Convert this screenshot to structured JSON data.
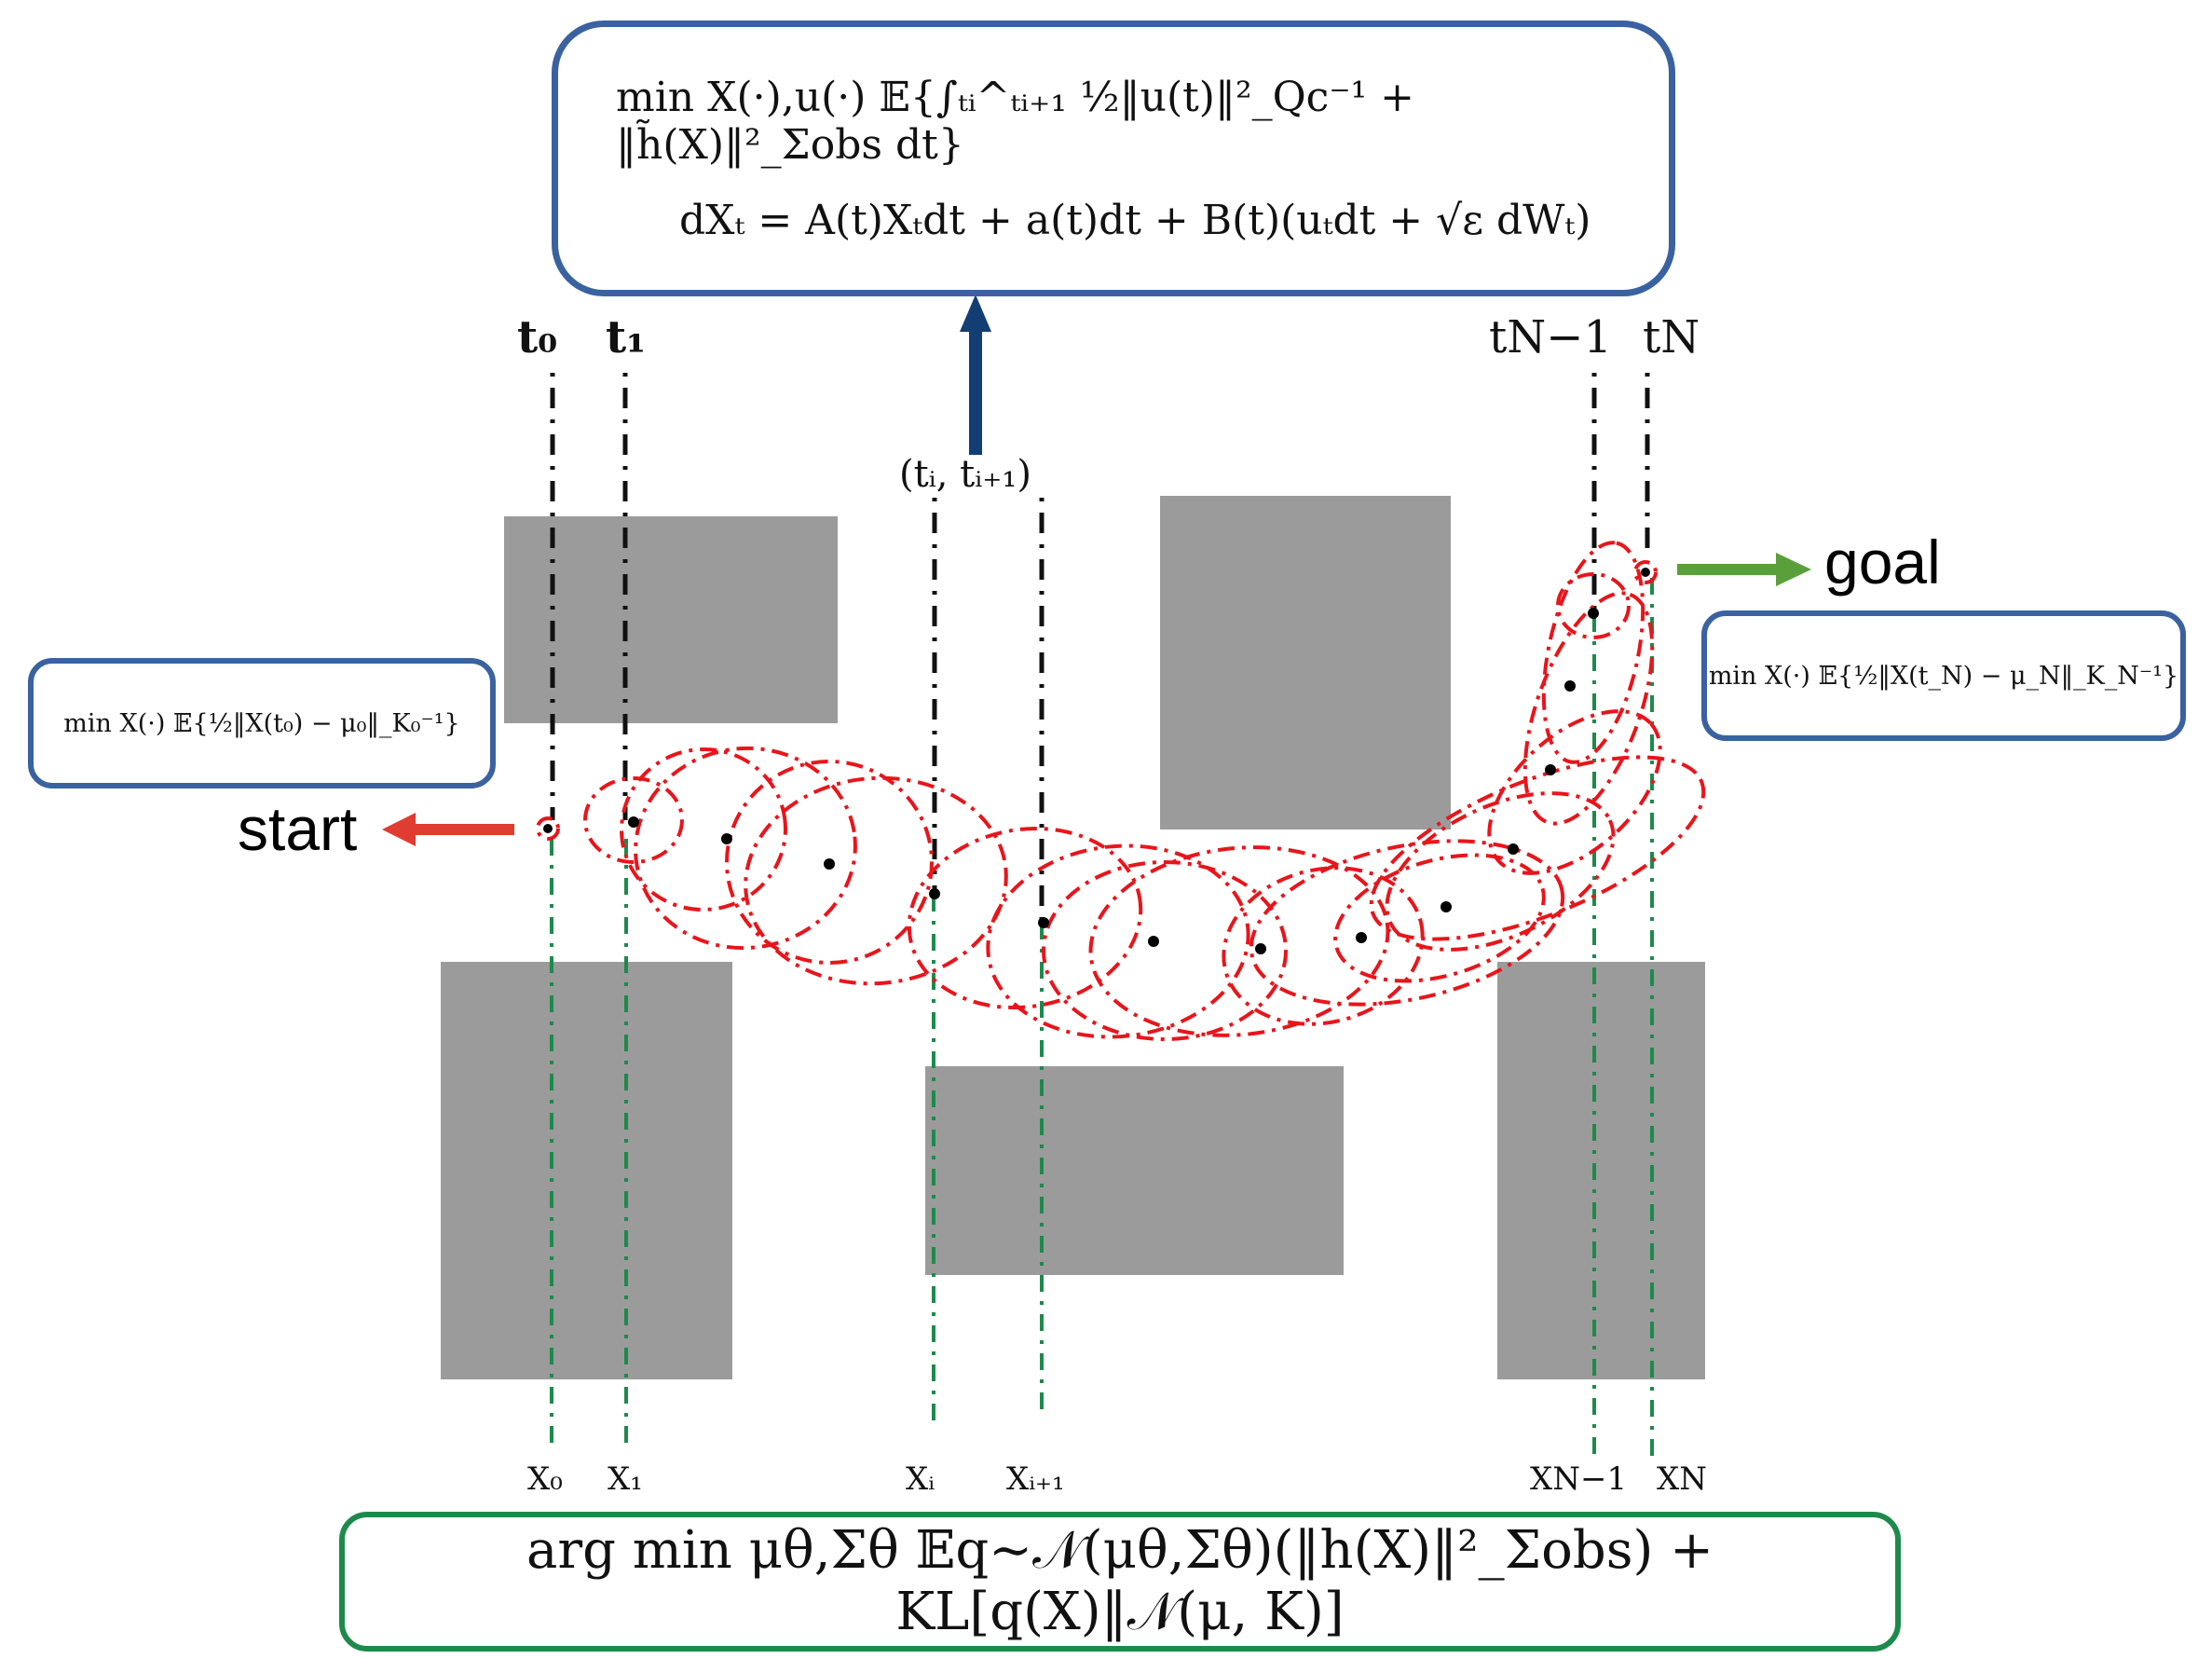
{
  "objective": {
    "path_cost_line1": "min X(·),u(·)  𝔼{∫ₜᵢ^ₜᵢ₊₁ ½‖u(t)‖²_Qc⁻¹ + ‖h̃(X)‖²_Σobs dt}",
    "dynamics_line2": "dXₜ = A(t)Xₜdt + a(t)dt + B(t)(uₜdt + √ε dWₜ)",
    "start_cost": "min X(·) 𝔼{½‖X(t₀) − μ₀‖_K₀⁻¹}",
    "goal_cost": "min X(·) 𝔼{½‖X(t_N) − μ_N‖_K_N⁻¹}",
    "variational_objective": "arg min μθ,Σθ 𝔼q∼𝒩(μθ,Σθ)(‖h(X)‖²_Σobs) + KL[q(X)‖𝒩(μ, K)]"
  },
  "time_labels": {
    "t0": "t₀",
    "t1": "t₁",
    "tN1": "tN−1",
    "tN": "tN",
    "interval": "(tᵢ, tᵢ₊₁)"
  },
  "state_labels": {
    "x0": "X₀",
    "x1": "X₁",
    "xi": "Xᵢ",
    "xi1": "Xᵢ₊₁",
    "xN1": "XN−1",
    "xN": "XN"
  },
  "labels": {
    "start": "start",
    "goal": "goal"
  },
  "colors": {
    "obstacle": "#9b9b9b",
    "ellipse": "#e8151b",
    "blue_box": "#3a62a0",
    "green_box": "#1d8a4c",
    "start_arrow": "#e03c31",
    "goal_arrow": "#5aa03a",
    "up_arrow": "#123e73",
    "green_line": "#1d8a4c"
  }
}
